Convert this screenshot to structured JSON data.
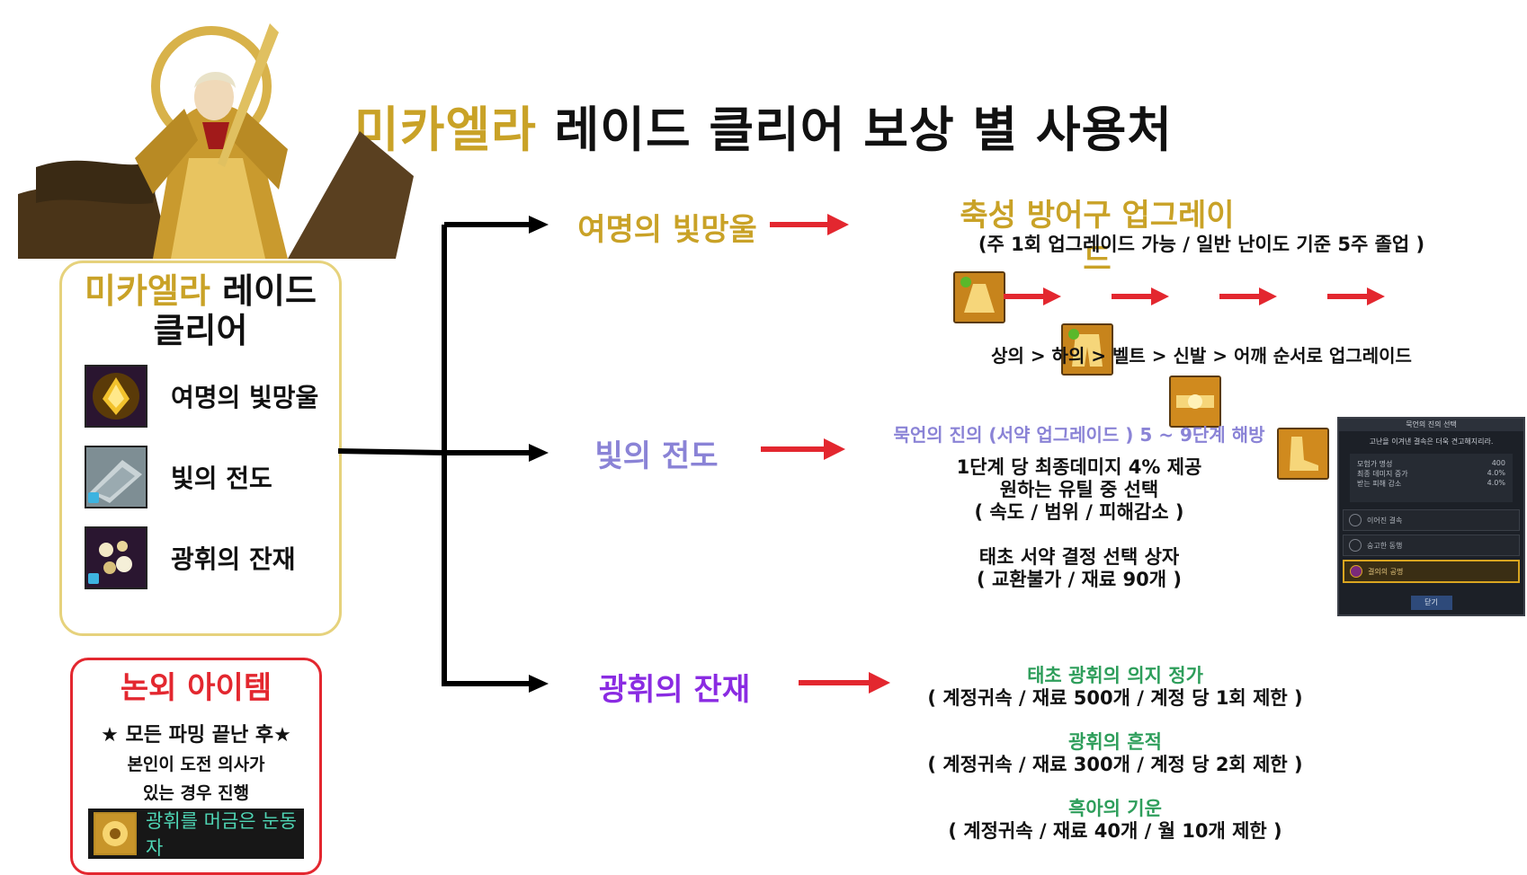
{
  "title": {
    "highlight": "미카엘라",
    "rest": " 레이드 클리어 보상 별 사용처"
  },
  "clear": {
    "title_highlight": "미카엘라",
    "title_rest": " 레이드",
    "title_line2": "클리어",
    "items": [
      {
        "label": "여명의 빛망울"
      },
      {
        "label": "빛의 전도"
      },
      {
        "label": "광휘의 잔재"
      }
    ]
  },
  "misc": {
    "title": "논외 아이템",
    "line1": "★ 모든 파밍 끝난 후★",
    "line2": "본인이 도전 의사가",
    "line3": "있는 경우  진행",
    "item_label": "광휘를 머금은 눈동자"
  },
  "branches": [
    {
      "label": "여명의 빛망울",
      "color": "#c9a227"
    },
    {
      "label": "빛의 전도",
      "color": "#8a83d6"
    },
    {
      "label": "광휘의 잔재",
      "color": "#8a2be2"
    }
  ],
  "armor": {
    "title": "축성 방어구 업그레이드",
    "sub": "(주 1회 업그레이드 가능 / 일반 난이도 기준 5주 졸업 )",
    "order": "상의 > 하의 > 벨트 > 신발 > 어깨 순서로 업그레이드",
    "slots": [
      "상의",
      "하의",
      "벨트",
      "신발",
      "어깨"
    ]
  },
  "conduct": {
    "head": "묵언의 진의 (서약 업그레이드 ) 5 ~ 9단계 해방",
    "l1": "1단계 당 최종데미지 4% 제공",
    "l2": "원하는 유틸 중 선택",
    "l3": "( 속도 / 범위 / 피해감소 )",
    "l4": "태초 서약 결정 선택 상자",
    "l5": "( 교환불가 / 재료 90개 )"
  },
  "remnant": [
    {
      "name": "태초 광휘의 의지 정가",
      "detail": "( 계정귀속 / 재료 500개 / 계정 당 1회 제한 )"
    },
    {
      "name": "광휘의 흔적",
      "detail": "( 계정귀속 / 재료 300개 / 계정 당 2회 제한 )"
    },
    {
      "name": "흑아의 기운",
      "detail": "( 계정귀속 / 재료 40개 / 월 10개 제한 )"
    }
  ],
  "panel": {
    "header": "묵언의 진의 선택",
    "desc": "고난을 이겨낸 결속은 더욱 견고해지리라.",
    "stats": [
      {
        "k": "모험가 명성",
        "v": "400"
      },
      {
        "k": "최종 데미지 증가",
        "v": "4.0%"
      },
      {
        "k": "받는 피해 감소",
        "v": "4.0%"
      }
    ],
    "options": [
      "이어진 결속",
      "숭고한 동행",
      "결의의 공명"
    ],
    "close": "닫기"
  },
  "colors": {
    "gold": "#c9a227",
    "red": "#e3272f",
    "green": "#2e9e5b",
    "purple": "#8a2be2",
    "lavender": "#8a83d6"
  }
}
